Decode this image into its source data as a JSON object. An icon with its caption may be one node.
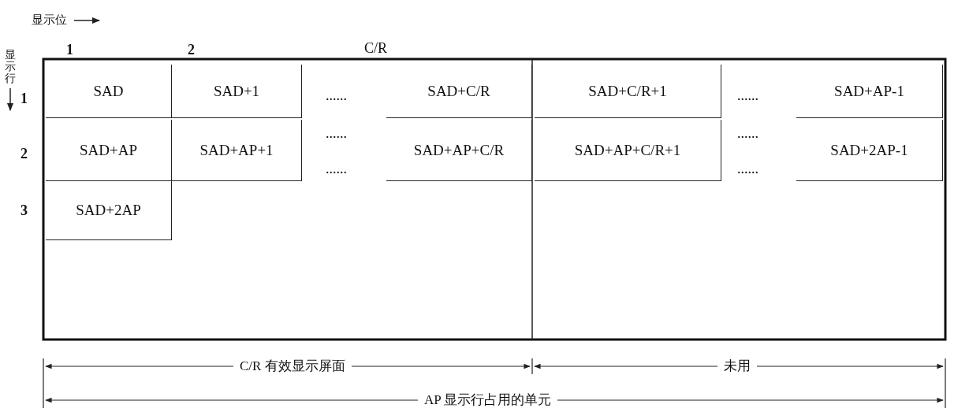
{
  "diagram": {
    "nodes": [
      {
        "text": [
          "SAD"
        ]
      },
      {
        "text": [
          "SAD+1"
        ]
      },
      {
        "text": [
          "SAD+C/R"
        ]
      },
      {
        "text": [
          "SAD+C/R+1"
        ]
      },
      {
        "text": [
          "SAD+AP-1"
        ]
      },
      {
        "text": [
          "SAD+AP"
        ]
      },
      {
        "text": [
          "SAD+AP+1"
        ]
      },
      {
        "text": [
          "SAD+AP+C/R"
        ]
      },
      {
        "text": [
          "SAD+AP+C/R+1"
        ]
      },
      {
        "text": [
          "SAD+2AP-1"
        ]
      },
      {
        "text": [
          "SAD+2AP"
        ]
      }
    ],
    "edges": [],
    "labels": [
      "显示位",
      "1",
      "2",
      "C/R",
      "显示行",
      "1",
      "......",
      "......",
      "2",
      "......",
      "......",
      "......",
      "......",
      "3",
      "C/R 有效显示屏面",
      "未用",
      "AP 显示行占用的单元"
    ]
  }
}
